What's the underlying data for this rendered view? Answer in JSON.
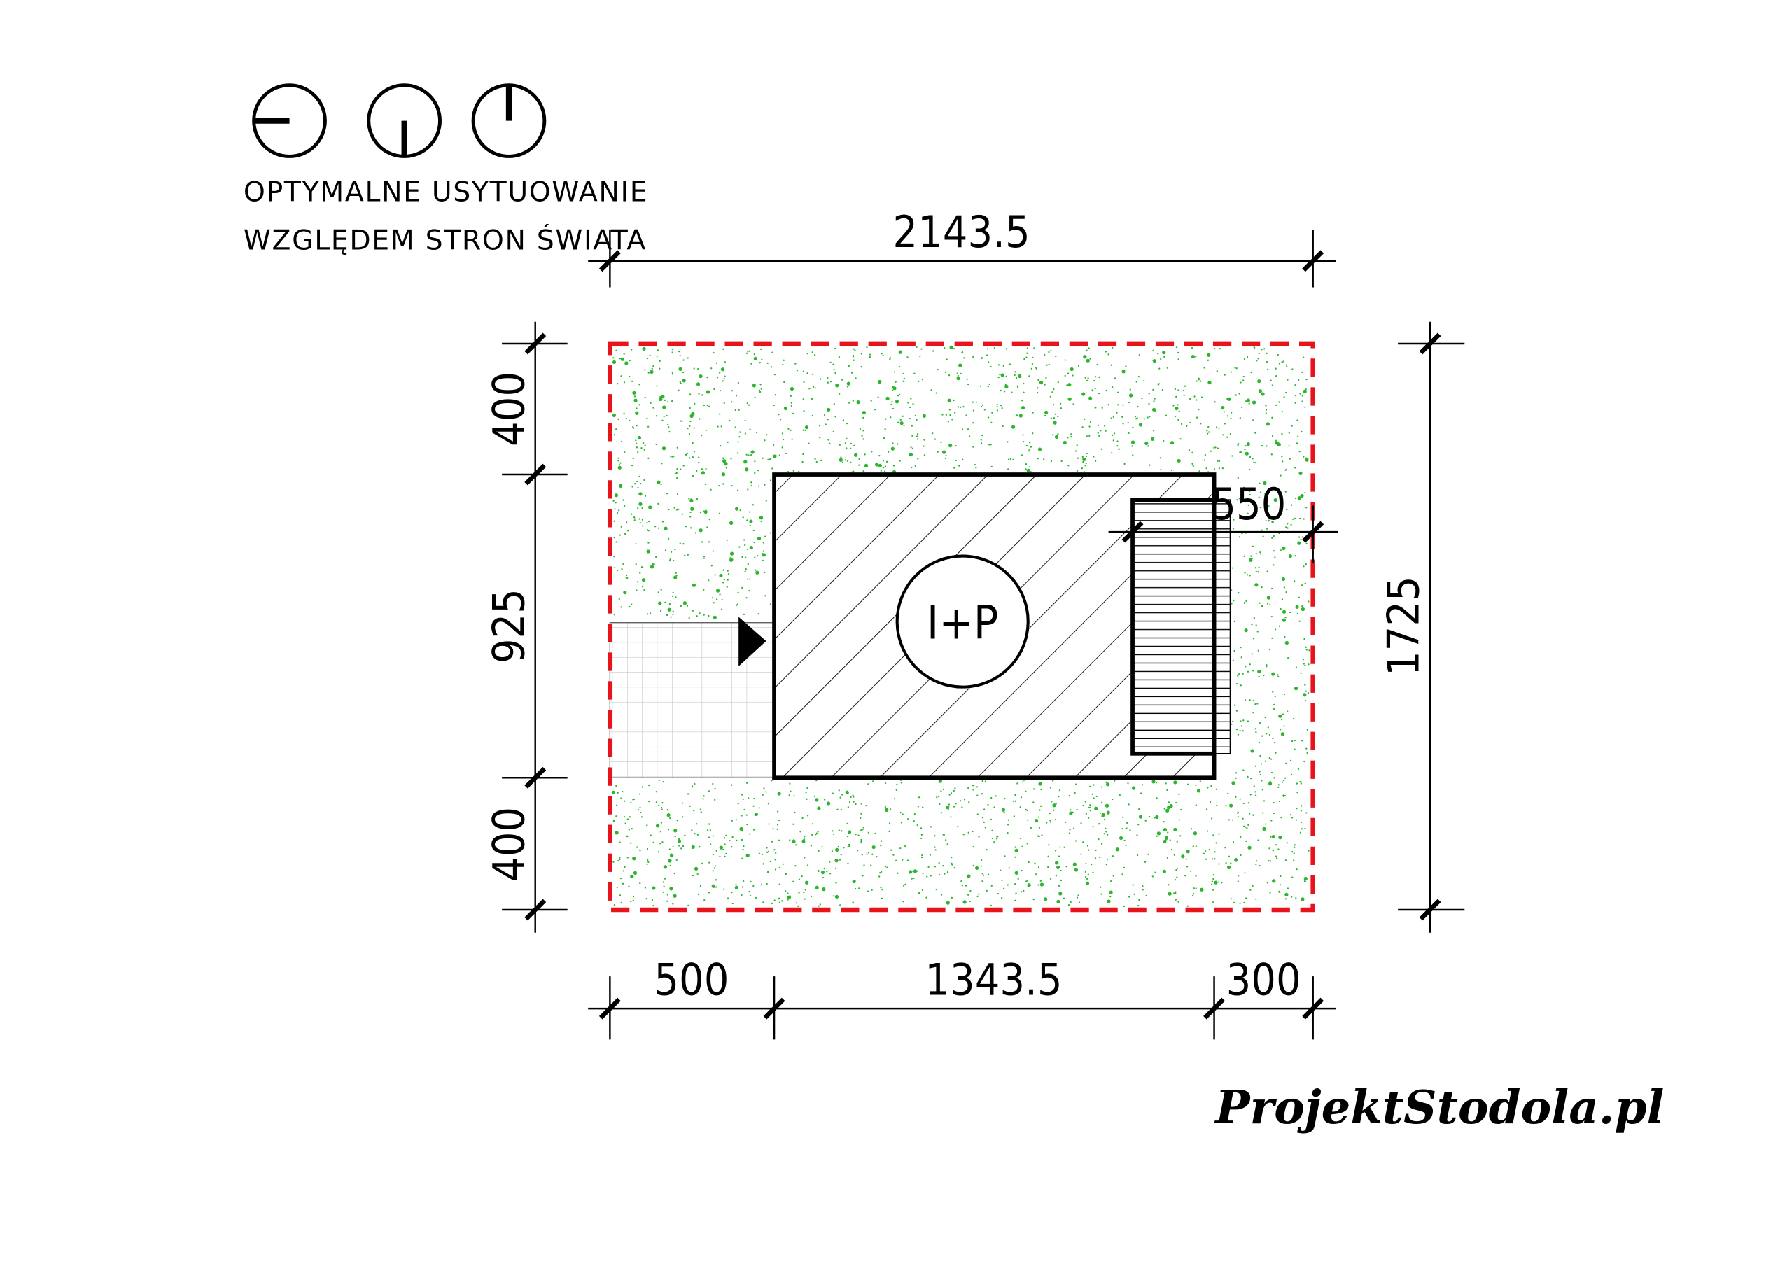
{
  "orientation": {
    "caption_line1": "OPTYMALNE USYTUOWANIE",
    "caption_line2": "WZGLĘDEM STRON ŚWIATA",
    "icons": [
      "west-orientation-icon",
      "south-orientation-icon",
      "north-orientation-icon"
    ]
  },
  "dimensions": {
    "total_width": "2143.5",
    "total_depth": "1725",
    "left_top": "400",
    "left_middle": "925",
    "left_bottom": "400",
    "bottom_left": "500",
    "bottom_middle": "1343.5",
    "bottom_right": "300",
    "terrace": "550"
  },
  "building": {
    "label": "I+P"
  },
  "brand": {
    "logo_text": "ProjektStodola.pl"
  },
  "colors": {
    "boundary": "#e8141b",
    "greenery": "#2db52d",
    "line": "#000000"
  }
}
